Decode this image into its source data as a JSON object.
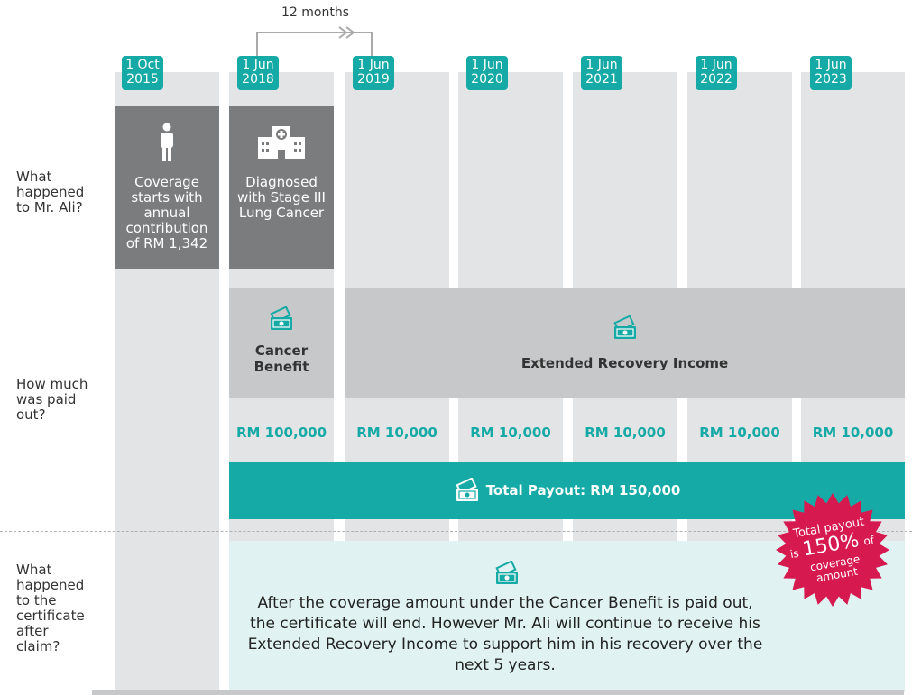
{
  "header": {
    "interval_label": "12 months"
  },
  "dates": [
    {
      "line1": "1 Oct",
      "line2": "2015"
    },
    {
      "line1": "1 Jun",
      "line2": "2018"
    },
    {
      "line1": "1 Jun",
      "line2": "2019"
    },
    {
      "line1": "1 Jun",
      "line2": "2020"
    },
    {
      "line1": "1 Jun",
      "line2": "2021"
    },
    {
      "line1": "1 Jun",
      "line2": "2022"
    },
    {
      "line1": "1 Jun",
      "line2": "2023"
    }
  ],
  "rows": {
    "what_happened": {
      "line1": "What",
      "line2": "happened",
      "line3": "to Mr. Ali?"
    },
    "paid_out": {
      "line1": "How much",
      "line2": "was paid",
      "line3": "out?"
    },
    "certificate": {
      "line1": "What",
      "line2": "happened",
      "line3": "to the",
      "line4": "certificate",
      "line5": "after",
      "line6": "claim?"
    }
  },
  "events": {
    "coverage": {
      "icon": "person-icon",
      "line1": "Coverage",
      "line2": "starts with",
      "line3": "annual",
      "line4": "contribution",
      "line5": "of RM 1,342"
    },
    "diagnosis": {
      "icon": "hospital-icon",
      "line1": "Diagnosed",
      "line2": "with Stage III",
      "line3": "Lung Cancer"
    }
  },
  "benefits": {
    "cancer": {
      "line1": "Cancer",
      "line2": "Benefit",
      "icon": "money-icon"
    },
    "recovery": {
      "label": "Extended Recovery Income",
      "icon": "money-icon"
    }
  },
  "amounts": [
    "RM 100,000",
    "RM 10,000",
    "RM 10,000",
    "RM 10,000",
    "RM 10,000",
    "RM 10,000"
  ],
  "total": {
    "label": "Total Payout: RM 150,000",
    "icon": "money-icon"
  },
  "certificate_text": "After the coverage amount under the Cancer Benefit is paid out, the certificate will end. However Mr. Ali will continue to receive his Extended Recovery Income to support him in his recovery over the next 5 years.",
  "badge": {
    "line1": "Total payout",
    "line2a": "is",
    "line2b": "150%",
    "line2c": "of",
    "line3": "coverage",
    "line4": "amount"
  },
  "colors": {
    "teal": "#16aaa6",
    "grey_column": "#e3e4e5",
    "dark_grey": "#7b7c7e",
    "benefit_grey": "#c7c8ca",
    "light_teal": "#e0f2f2",
    "badge_red": "#d6194f"
  }
}
